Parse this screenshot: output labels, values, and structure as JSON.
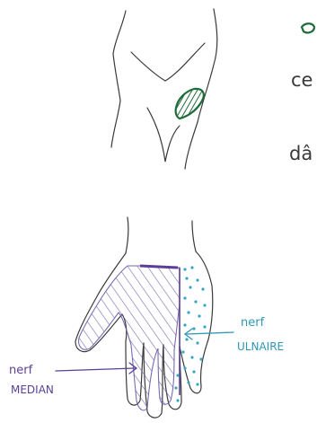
{
  "texts": {
    "top_right_fragment": "ce",
    "mid_right_fragment": "dâ",
    "label_nerf_median_line1": "nerf",
    "label_nerf_median_line2": "MEDIAN",
    "label_nerf_ulnaire_line1": "nerf",
    "label_nerf_ulnaire_line2": "ULNAIRE"
  },
  "colors": {
    "pencil": "#3a3a3a",
    "green_marker": "#1f6b3a",
    "median_purple": "#6b5aa8",
    "ulnar_teal": "#38a6c4",
    "label_purple": "#5a3f98",
    "label_teal": "#2e97b6"
  },
  "icons": {
    "green_patch": "hatched-green-oval",
    "median_zone": "diagonal-hatched-area",
    "ulnar_zone": "dotted-area"
  }
}
